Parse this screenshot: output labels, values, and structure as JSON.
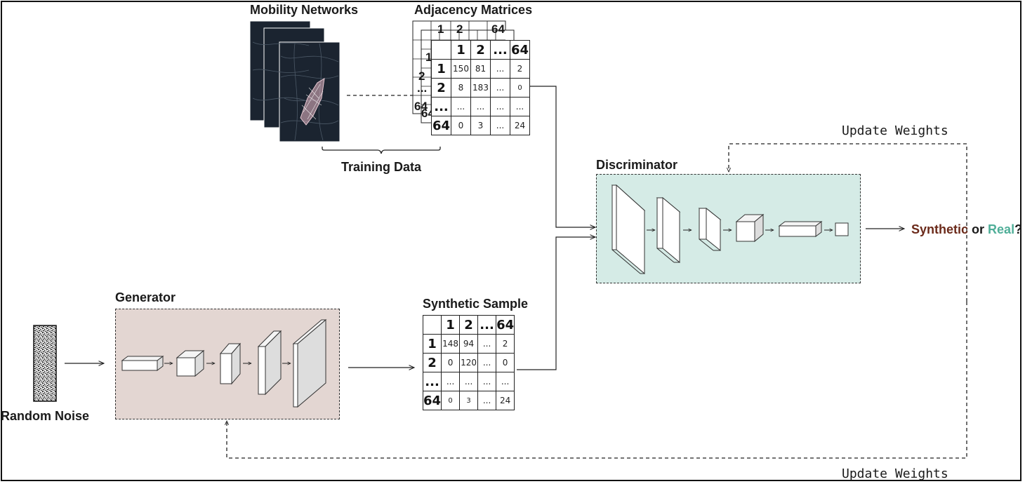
{
  "labels": {
    "mobility_networks": "Mobility Networks",
    "adjacency_matrices": "Adjacency Matrices",
    "training_data": "Training Data",
    "discriminator": "Discriminator",
    "generator": "Generator",
    "synthetic_sample": "Synthetic Sample",
    "random_noise": "Random Noise",
    "update_weights_top": "Update Weights",
    "update_weights_bottom": "Update Weights"
  },
  "result": {
    "synthetic": "Synthetic",
    "or": " or ",
    "real": "Real",
    "question": "?",
    "synthetic_color": "#6b2a1a",
    "real_color": "#4fae98"
  },
  "colors": {
    "generator_fill": "#e3d6d2",
    "discriminator_fill": "#d5ebe6",
    "map_background": "#1b2430"
  },
  "adjacency_matrix": {
    "headers": [
      "",
      "1",
      "2",
      "...",
      "64"
    ],
    "rows": [
      [
        "1",
        "150",
        "81",
        "...",
        "2"
      ],
      [
        "2",
        "8",
        "183",
        "...",
        "0"
      ],
      [
        "...",
        "...",
        "...",
        "...",
        "..."
      ],
      [
        "64",
        "0",
        "3",
        "...",
        "24"
      ]
    ],
    "back_header_glimpse": [
      "1",
      "2",
      "64"
    ],
    "back_row_glimpse": [
      "1",
      "2",
      "...",
      "64"
    ]
  },
  "synthetic_matrix": {
    "headers": [
      "",
      "1",
      "2",
      "...",
      "64"
    ],
    "rows": [
      [
        "1",
        "148",
        "94",
        "...",
        "2"
      ],
      [
        "2",
        "0",
        "120",
        "...",
        "0"
      ],
      [
        "...",
        "...",
        "...",
        "...",
        "..."
      ],
      [
        "64",
        "0",
        "3",
        "...",
        "24"
      ]
    ]
  },
  "icons": {
    "map": "mobility-network-map",
    "noise": "random-noise-image",
    "layer": "network-layer-block"
  }
}
